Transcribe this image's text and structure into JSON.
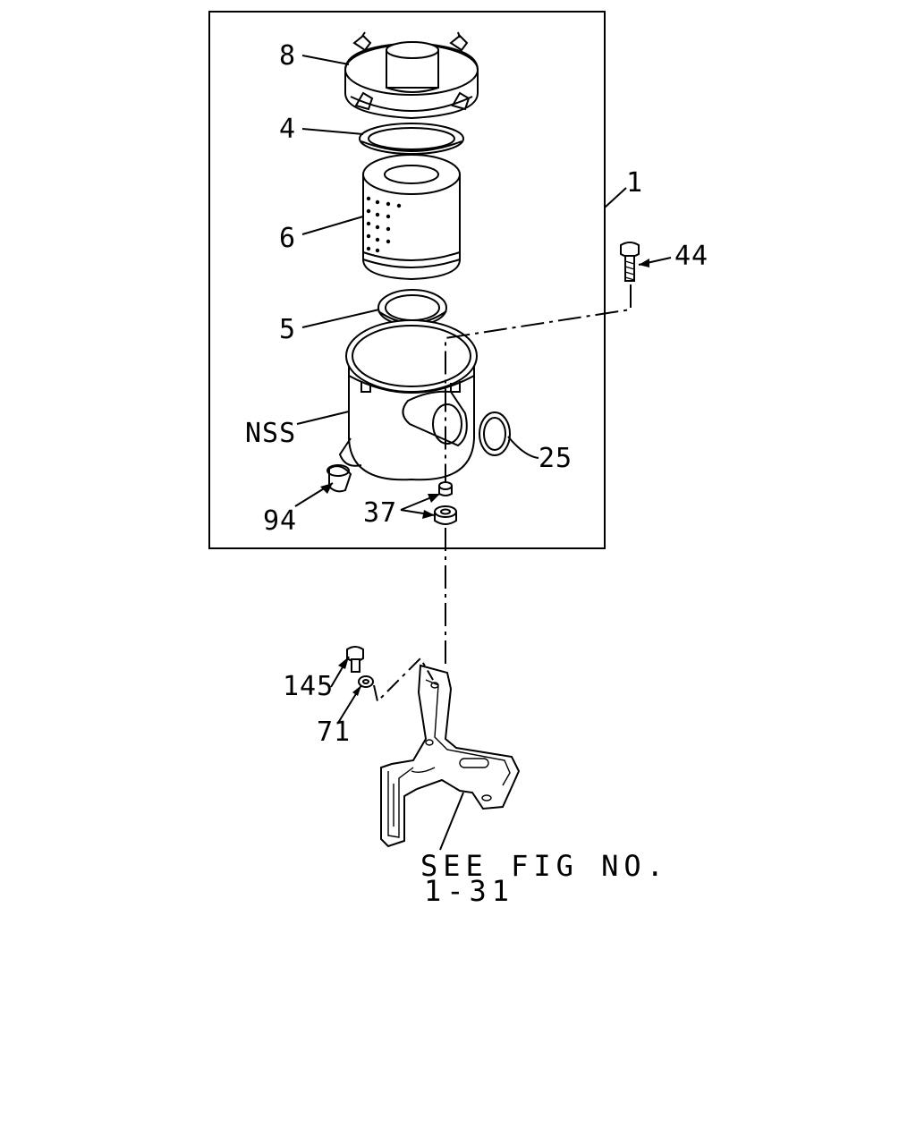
{
  "callouts": {
    "c1": "1",
    "c4": "4",
    "c5": "5",
    "c6": "6",
    "c8": "8",
    "c25": "25",
    "c37": "37",
    "c44": "44",
    "c71": "71",
    "c94": "94",
    "c145": "145",
    "nss": "NSS"
  },
  "reference": {
    "line1": "SEE FIG NO.",
    "line2": "1-31"
  }
}
